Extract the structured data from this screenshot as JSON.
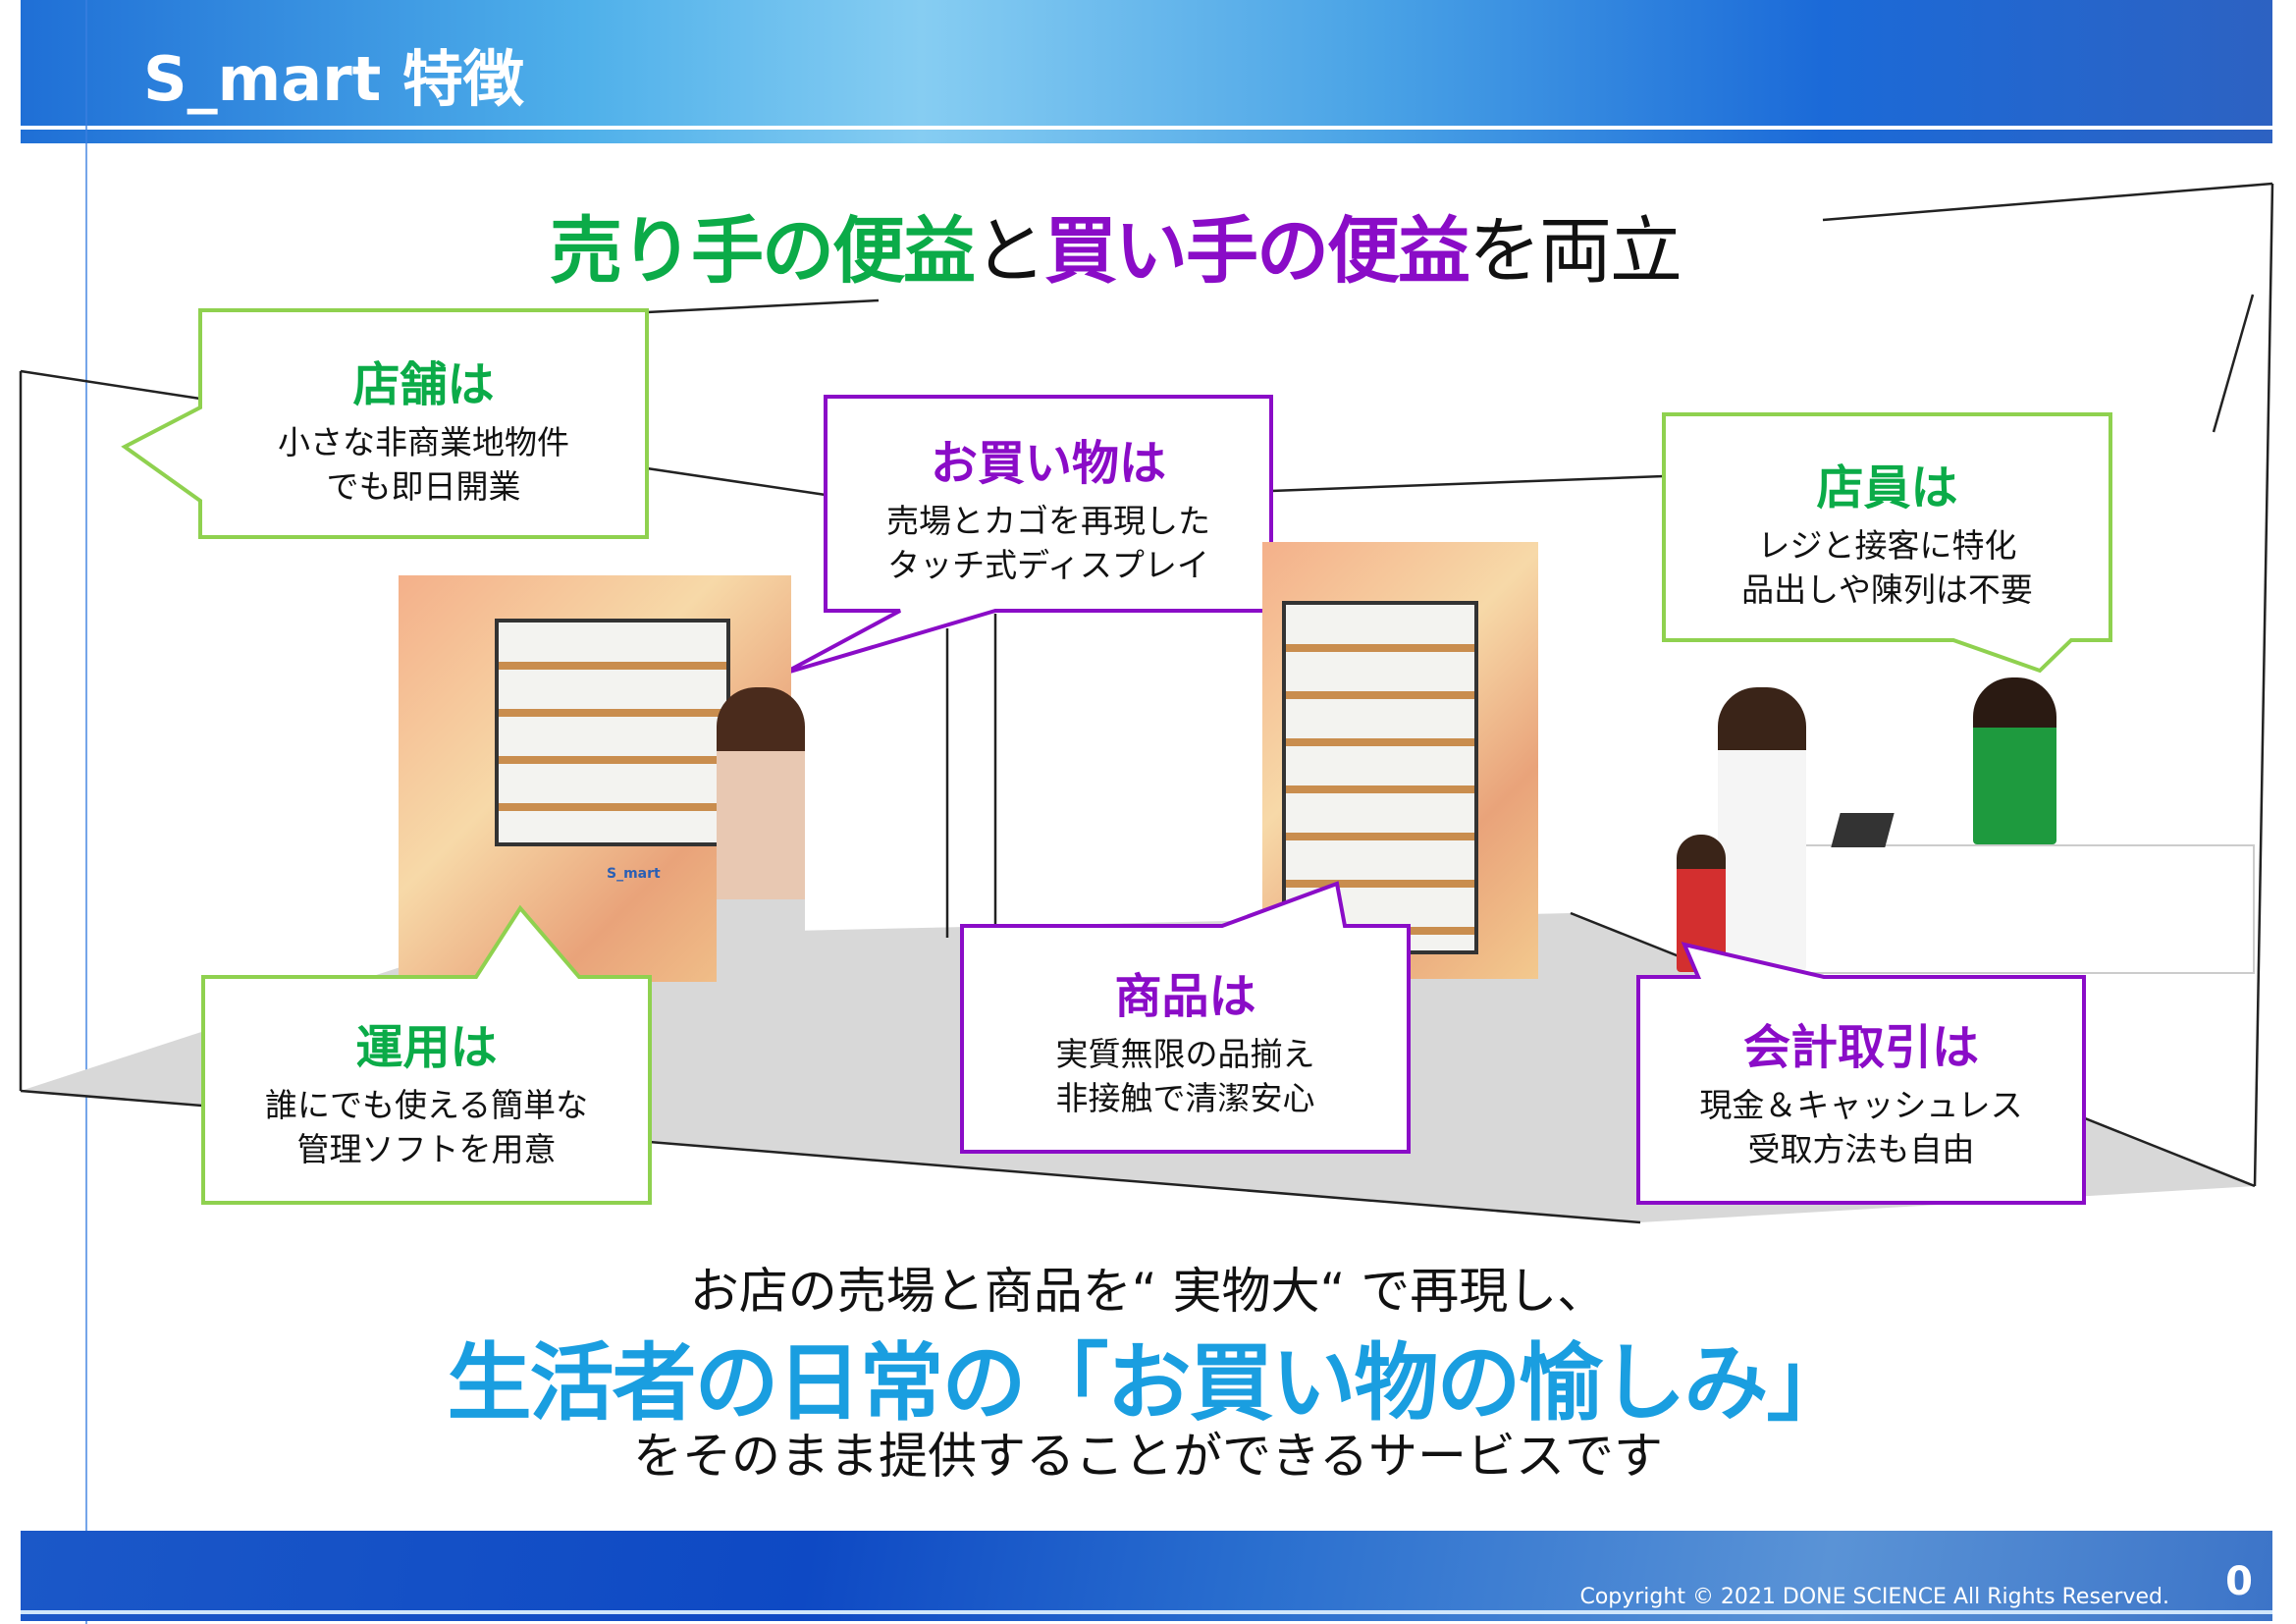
{
  "header": {
    "title": "S_mart 特徴"
  },
  "headline": {
    "part1": "売り手の便益",
    "part2": "と",
    "part3": "買い手の便益",
    "part4": "を両立"
  },
  "callouts": [
    {
      "heading": "店舗は",
      "line1": "小さな非商業地物件",
      "line2": "でも即日開業",
      "color": "#8fd14f",
      "heading_color": "#0bab48"
    },
    {
      "heading": "お買い物は",
      "line1": "売場とカゴを再現した",
      "line2": "タッチ式ディスプレイ",
      "color": "#8a0cc7",
      "heading_color": "#8a0cc7"
    },
    {
      "heading": "店員は",
      "line1": "レジと接客に特化",
      "line2": "品出しや陳列は不要",
      "color": "#8fd14f",
      "heading_color": "#0bab48"
    },
    {
      "heading": "運用は",
      "line1": "誰にでも使える簡単な",
      "line2": "管理ソフトを用意",
      "color": "#8fd14f",
      "heading_color": "#0bab48"
    },
    {
      "heading": "商品は",
      "line1": "実質無限の品揃え",
      "line2": "非接触で清潔安心",
      "color": "#8a0cc7",
      "heading_color": "#8a0cc7"
    },
    {
      "heading": "会計取引は",
      "line1": "現金＆キャッシュレス",
      "line2": "受取方法も自由",
      "color": "#8a0cc7",
      "heading_color": "#8a0cc7"
    }
  ],
  "bottom": {
    "line1": "お店の売場と商品を“ 実物大“ で再現し、",
    "line2": "生活者の日常の「お買い物の愉しみ」",
    "line3": "をそのまま提供することができるサービスです"
  },
  "footer": {
    "copyright": "Copyright © 2021 DONE SCIENCE All Rights Reserved.",
    "page": "0"
  },
  "illustration": {
    "shelf_logo": "S_mart"
  }
}
